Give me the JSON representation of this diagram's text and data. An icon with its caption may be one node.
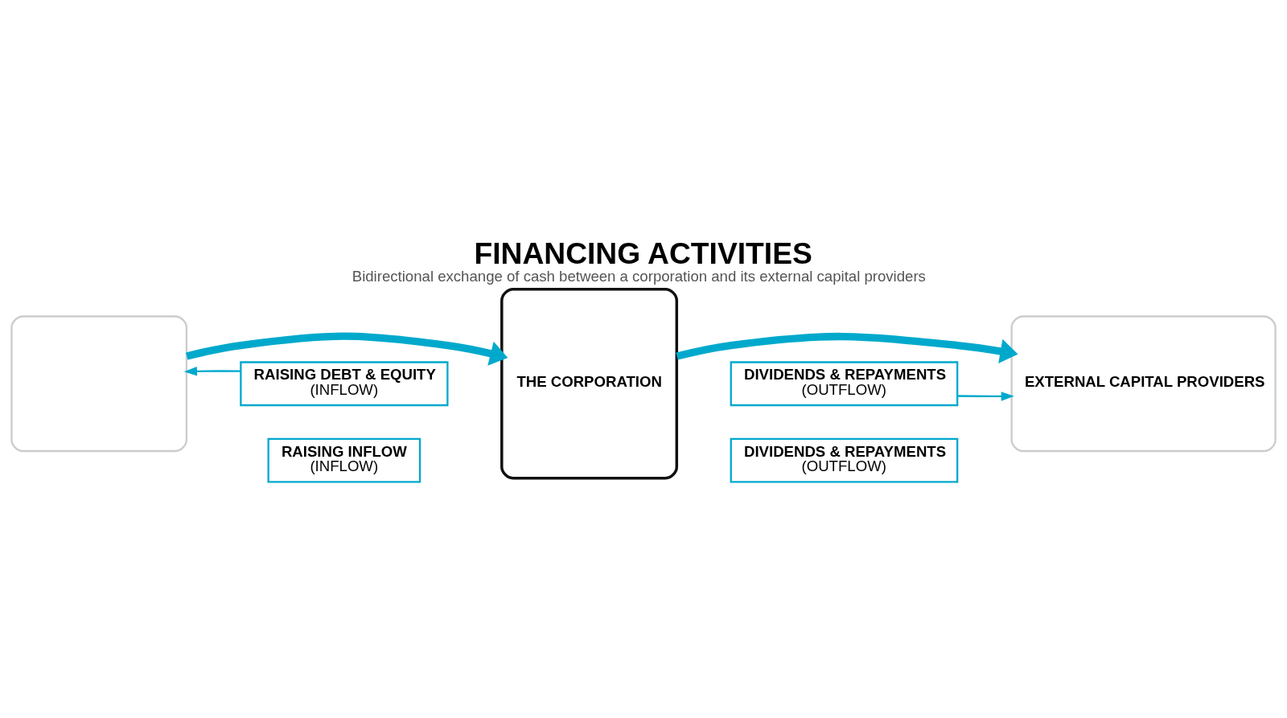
{
  "diagram": {
    "title": "FINANCING ACTIVITIES",
    "caption": "Bidirectional exchange of cash between a corporation and its external capital providers",
    "nodes": [
      {
        "text": [],
        "shape": "box"
      },
      {
        "text": [
          "THE CORPORATION"
        ]
      },
      {
        "text": [
          "EXTERNAL CAPITAL PROVIDERS"
        ]
      },
      {
        "text": [
          "RAISING DEBT & EQUITY",
          "(INFLOW)"
        ]
      },
      {
        "text": [
          "RAISING INFLOW",
          "(INFLOW)"
        ]
      },
      {
        "text": [
          "DIVIDENDS & REPAYMENTS",
          "(OUTFLOW)"
        ]
      },
      {
        "text": [
          "DIVIDENDS & REPAYMENTS",
          "(OUTFLOW)"
        ]
      }
    ],
    "edges": [
      {
        "from": 0,
        "to": 1,
        "arrow": "to",
        "style": "thick"
      },
      {
        "from": 1,
        "to": 2,
        "arrow": "to",
        "style": "thick"
      },
      {
        "from": 3,
        "to": 0,
        "arrow": "to"
      },
      {
        "from": 5,
        "to": 2,
        "arrow": "to"
      }
    ]
  }
}
